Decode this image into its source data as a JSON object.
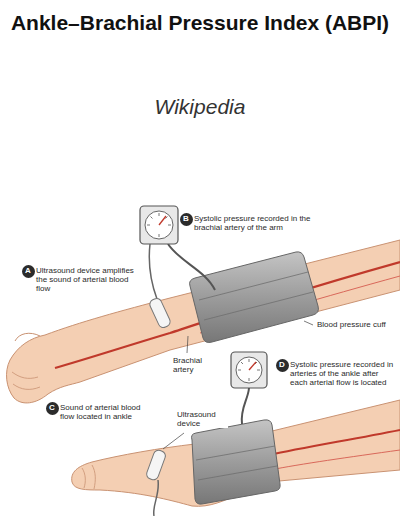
{
  "diagram": {
    "title": "Ankle–Brachial Pressure Index (ABPI)",
    "nodes": [
      {
        "text": [
          "B"
        ]
      },
      {
        "text": [
          "A"
        ]
      },
      {
        "text": [
          "D"
        ]
      },
      {
        "text": [
          "C"
        ]
      }
    ],
    "labels": [
      "Wikipedia",
      "Systolic pressure recorded in the brachial artery of the arm",
      "Ultrasound device amplifies the sound of arterial blood flow",
      "Blood pressure cuff",
      "Brachial artery",
      "Systolic pressure recorded in arteries of the ankle after each arterial flow is located",
      "Sound of arterial blood flow located in ankle",
      "Ultrasound device"
    ]
  }
}
